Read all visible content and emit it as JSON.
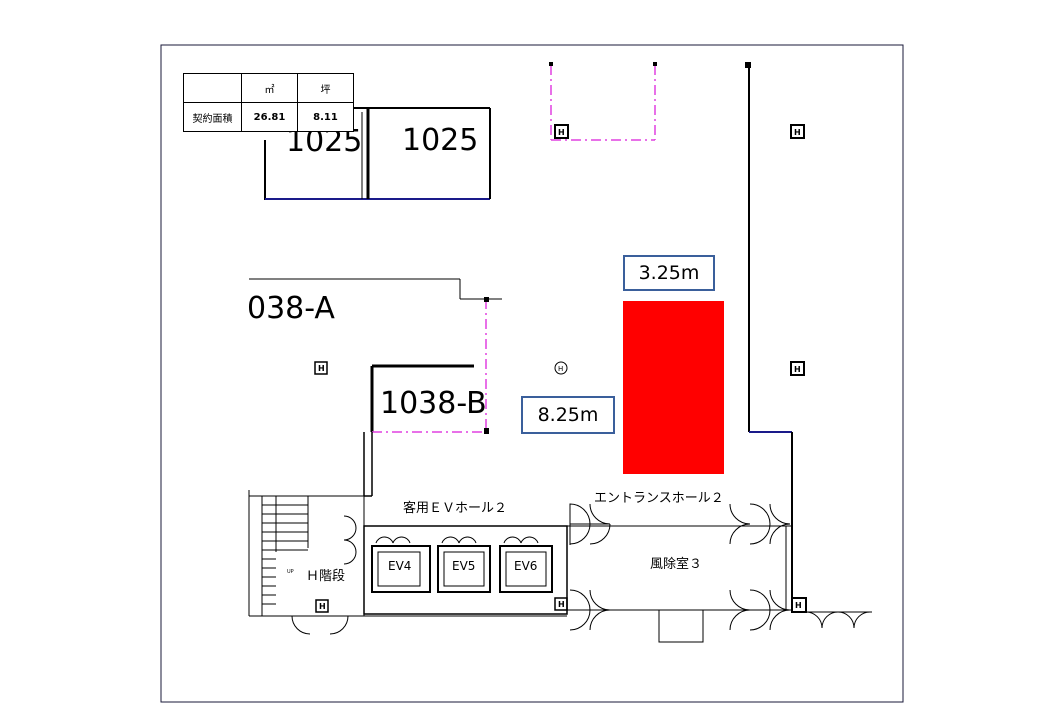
{
  "area_table": {
    "col_unit_sqm": "㎡",
    "col_unit_tsubo": "坪",
    "row_label": "契約面積",
    "sqm_value": "26.81",
    "tsubo_value": "8.11"
  },
  "rooms": {
    "room_1025": "1025",
    "room_partial_left": "1025",
    "room_1038a": "038-A",
    "room_1038b": "1038-B"
  },
  "dimensions": {
    "width": "3.25m",
    "depth": "8.25m"
  },
  "space_labels": {
    "ev_hall": "客用ＥＶホール２",
    "entrance_hall": "エントランスホール２",
    "windbreak_room": "風除室３",
    "stairs": "Ｈ階段",
    "up_marker": "UP"
  },
  "elevators": [
    "EV4",
    "EV5",
    "EV6"
  ],
  "colors": {
    "highlight_area": "#ff0000",
    "dimension_border": "#3a5f9b",
    "partition_line": "#e040e0",
    "wall": "#000000",
    "outer_border": "#1a1a3a"
  }
}
